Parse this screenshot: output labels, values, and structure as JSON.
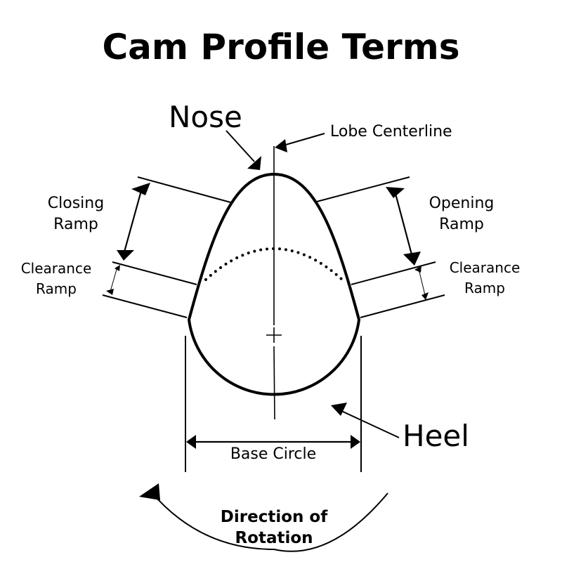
{
  "title": "Cam Profile Terms",
  "labels": {
    "nose": "Nose",
    "lobe_centerline": "Lobe Centerline",
    "closing_ramp": [
      "Closing",
      "Ramp"
    ],
    "opening_ramp": [
      "Opening",
      "Ramp"
    ],
    "clearance_ramp_left": [
      "Clearance",
      "Ramp"
    ],
    "clearance_ramp_right": [
      "Clearance",
      "Ramp"
    ],
    "heel": "Heel",
    "base_circle": "Base Circle",
    "direction": [
      "Direction of",
      "Rotation"
    ]
  }
}
